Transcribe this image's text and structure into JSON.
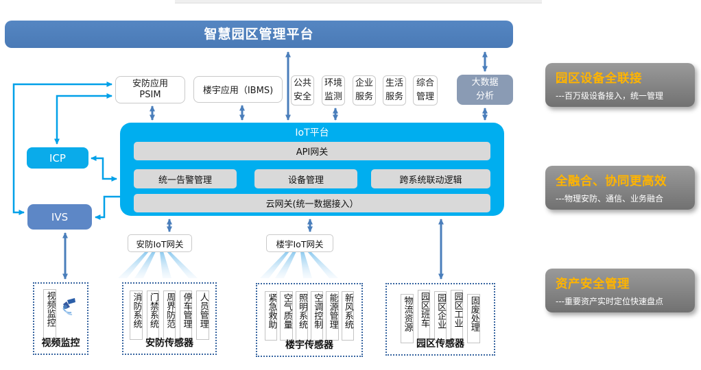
{
  "banner": {
    "title": "智慧园区管理平台"
  },
  "top_apps": {
    "psim_line1": "安防应用",
    "psim_line2": "PSIM",
    "ibms": "楼宇应用（IBMS)"
  },
  "mini_apps": [
    "公共安全",
    "环境监测",
    "企业服务",
    "生活服务",
    "综合管理"
  ],
  "bigdata": {
    "line1": "大数据",
    "line2": "分析"
  },
  "iot_platform": {
    "title": "IoT平台",
    "api_gateway": "API网关",
    "modules": [
      "统一告警管理",
      "设备管理",
      "跨系统联动逻辑"
    ],
    "cloud_gateway": "云网关(统一数据接入）"
  },
  "side_systems": {
    "icp": "ICP",
    "ivs": "IVS"
  },
  "gateways": {
    "security": "安防IoT网关",
    "building": "楼宇IoT网关"
  },
  "sensor_groups": [
    {
      "label": "视频监控",
      "items": [
        "视频监控"
      ]
    },
    {
      "label": "安防传感器",
      "items": [
        "消防系统",
        "门禁系统",
        "周界防范",
        "停车管理",
        "人员管理"
      ]
    },
    {
      "label": "楼宇传感器",
      "items": [
        "紧急救助",
        "空气质量",
        "照明系统",
        "空调控制",
        "能源管理",
        "新风系统"
      ]
    },
    {
      "label": "园区传感器",
      "items": [
        "物流资源",
        "园区班车",
        "园区企业",
        "园区工业",
        "固废处理"
      ]
    }
  ],
  "benefit_panels": [
    {
      "title": "园区设备全联接",
      "desc": "---百万级设备接入，统一管理"
    },
    {
      "title": "全融合、协同更高效",
      "desc": "---物理安防、通信、业务融合"
    },
    {
      "title": "资产安全管理",
      "desc": "---重要资产实时定位快速盘点"
    }
  ],
  "icons": {
    "camera": "surveillance-camera-icon"
  },
  "colors": {
    "banner_blue": "#4a7cba",
    "platform_cyan": "#00aeef",
    "arrow_blue": "#4a7ebb",
    "arrow_cyan": "#00a0e8",
    "module_gray": "#d9d9d9",
    "ivs_blue": "#5d87c6",
    "bigdata_blue": "#8a9bb4",
    "panel_gray": "#7f7f7f",
    "accent_orange": "#ffb400"
  }
}
